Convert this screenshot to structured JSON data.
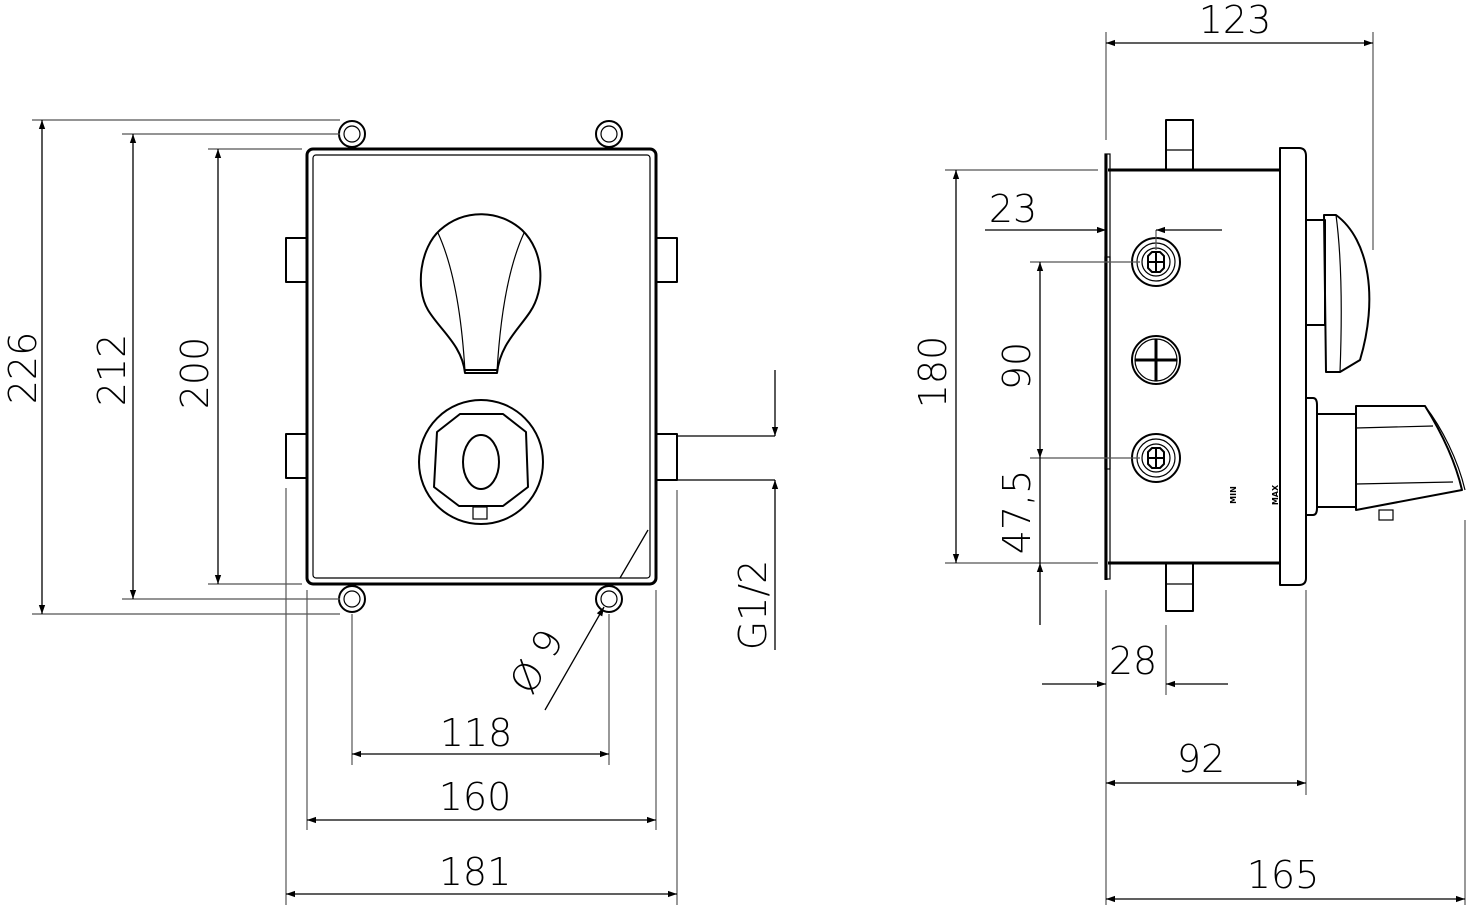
{
  "drawing": {
    "title": "Concealed thermostatic mixer body - technical dimension drawing",
    "units": "mm",
    "front_view": {
      "dims": {
        "overall_height": "226",
        "lug_height": "212",
        "body_height": "200",
        "lug_spacing": "118",
        "body_width": "160",
        "overall_width": "181",
        "hole_diameter": "Ø 9",
        "connection_thread": "G1/2"
      }
    },
    "side_view": {
      "dims": {
        "overall_depth_top": "123",
        "body_height": "180",
        "outlet_offset": "23",
        "outlet_spacing": "90",
        "bottom_offset": "47,5",
        "stub_offset": "28",
        "mounting_depth": "92",
        "overall_depth": "165"
      },
      "labels": {
        "min": "MIN",
        "max": "MAX"
      }
    }
  }
}
